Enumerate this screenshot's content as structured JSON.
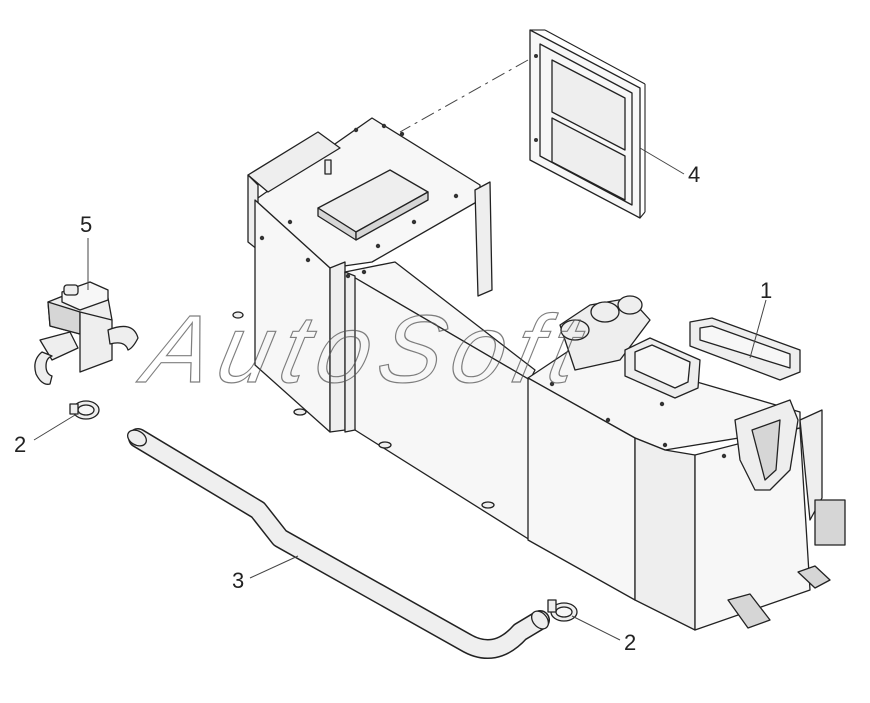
{
  "watermark": "AutoSoft",
  "callouts": [
    {
      "id": "1",
      "label": "1"
    },
    {
      "id": "2a",
      "label": "2"
    },
    {
      "id": "2b",
      "label": "2"
    },
    {
      "id": "3",
      "label": "3"
    },
    {
      "id": "4",
      "label": "4"
    },
    {
      "id": "5",
      "label": "5"
    }
  ]
}
